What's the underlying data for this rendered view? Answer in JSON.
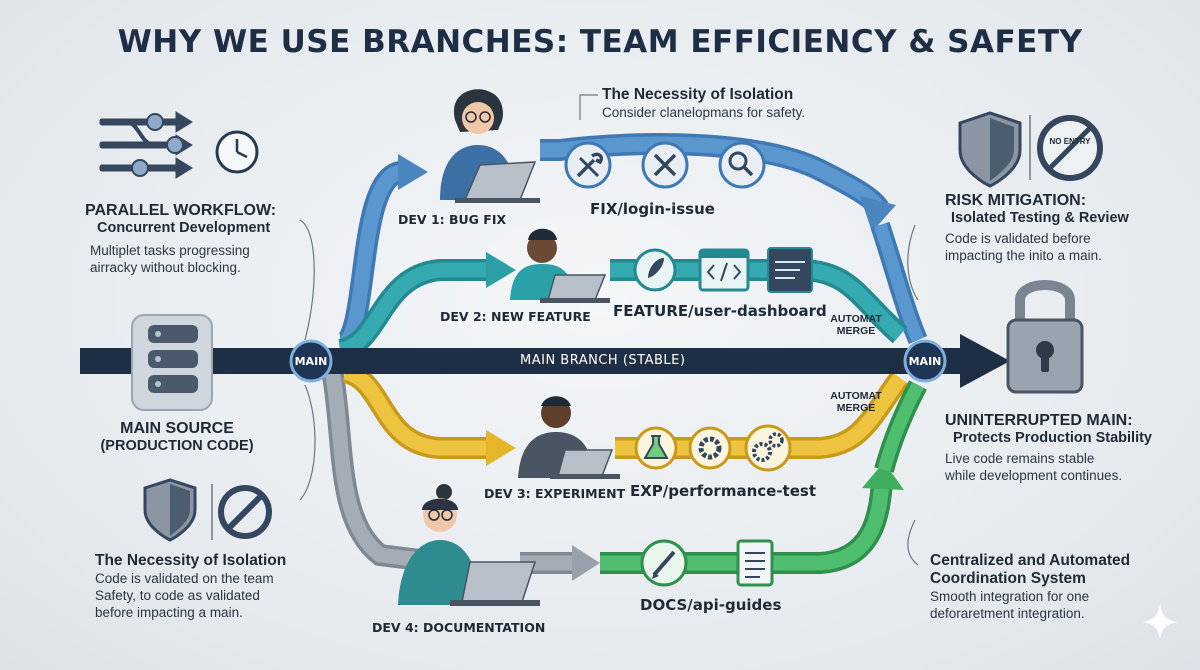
{
  "title": "WHY WE USE BRANCHES: TEAM EFFICIENCY & SAFETY",
  "left_panels": {
    "parallel": {
      "heading": "PARALLEL WORKFLOW:",
      "subheading": "Concurrent Development",
      "body": [
        "Multiplet tasks progressing",
        "airracky without blocking."
      ]
    },
    "main_source": {
      "line1": "MAIN SOURCE",
      "line2": "(PRODUCTION CODE)"
    },
    "isolation_bottom": {
      "heading": "The Necessity of Isolation",
      "body": [
        "Code is validated on the team",
        "Safety, to code as validated",
        "before impacting a main."
      ]
    }
  },
  "top_isolation": {
    "heading": "The Necessity of Isolation",
    "body": "Consider clanelopmans for safety."
  },
  "right_panels": {
    "risk": {
      "heading": "RISK MITIGATION:",
      "subheading": "Isolated Testing & Review",
      "body": [
        "Code is validated before",
        "impacting the inito a main."
      ],
      "no_entry_label": "NO ENTRY"
    },
    "uninterrupted": {
      "heading": "UNINTERRUPTED MAIN:",
      "subheading": "Protects Production Stability",
      "body": [
        "Live code remains stable",
        "while development continues."
      ]
    },
    "coordination": {
      "heading": [
        "Centralized and Automated",
        "Coordination System"
      ],
      "body": [
        "Smooth integration for one",
        "deforaretment integration."
      ]
    }
  },
  "main": {
    "node_label": "MAIN",
    "band_label": "MAIN BRANCH (STABLE)",
    "merge_label_1": [
      "AUTOMAT",
      "MERGE"
    ],
    "merge_label_2": [
      "AUTOMAT",
      "MERGE"
    ]
  },
  "branches": [
    {
      "dev": "DEV 1: BUG FIX",
      "name": "FIX/login-issue",
      "color": "#4a86c0",
      "icons": [
        "wrench-icon",
        "tools-icon",
        "magnifier-icon"
      ]
    },
    {
      "dev": "DEV 2: NEW FEATURE",
      "name": "FEATURE/user-dashboard",
      "color": "#2c9fa6",
      "icons": [
        "rocket-icon",
        "code-window-icon",
        "terminal-icon"
      ]
    },
    {
      "dev": "DEV 3: EXPERIMENT",
      "name": "EXP/performance-test",
      "color": "#e5b52a",
      "icons": [
        "flask-icon",
        "gear-icon",
        "gears-icon"
      ]
    },
    {
      "dev": "DEV 4: DOCUMENTATION",
      "name": "DOCS/api-guides",
      "color": "#3fae5f",
      "icons": [
        "pen-icon",
        "document-icon"
      ]
    }
  ],
  "colors": {
    "main_band": "#1e2f45",
    "gray_branch": "#98a1ab",
    "dark_text": "#1f2a37"
  }
}
